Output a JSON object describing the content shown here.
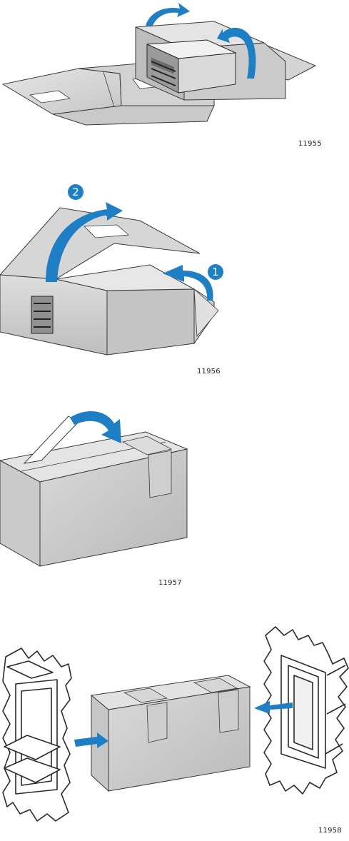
{
  "figures": [
    {
      "number": "11955"
    },
    {
      "number": "11956"
    },
    {
      "number": "11957"
    },
    {
      "number": "11958"
    }
  ],
  "step_badges": {
    "first": "1",
    "second": "2"
  },
  "colors": {
    "arrow_blue": "#1f7fc4",
    "box_gray": "#cfcfcf",
    "box_dark": "#b9b9b9",
    "box_light": "#e2e2e2",
    "outline": "#3a3a3a"
  },
  "icons": [
    "curved-arrow-icon",
    "straight-arrow-icon",
    "step-badge-icon",
    "foam-end-cap-icon",
    "drive-enclosure-icon"
  ]
}
